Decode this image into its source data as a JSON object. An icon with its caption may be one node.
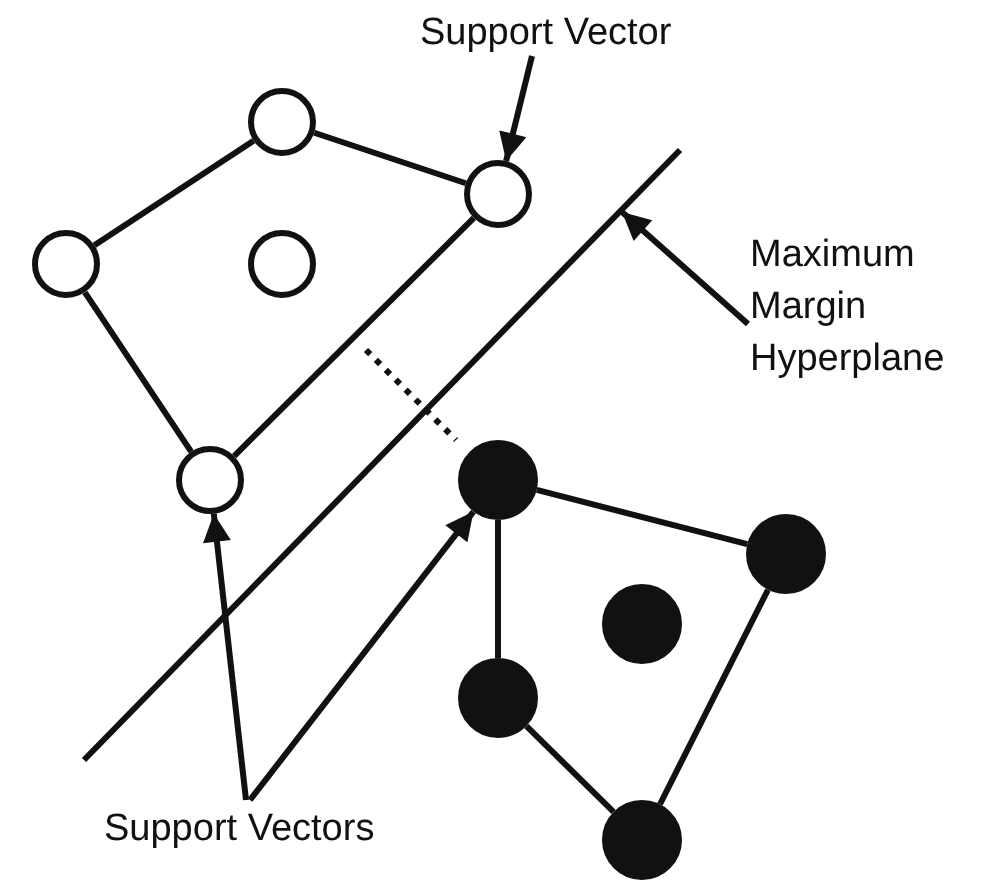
{
  "diagram": {
    "nodes": [
      {
        "text": [
          "Support Vector"
        ]
      },
      {
        "text": [],
        "shape": "circle"
      },
      {
        "text": [],
        "shape": "circle"
      },
      {
        "text": [
          "Maximum Margin Hyperplane"
        ]
      },
      {
        "text": [],
        "shape": "circle"
      },
      {
        "text": [],
        "shape": "circle"
      },
      {
        "text": [],
        "shape": "circle"
      },
      {
        "text": [],
        "shape": "circle"
      },
      {
        "text": [],
        "shape": "circle"
      },
      {
        "text": [],
        "shape": "circle"
      },
      {
        "text": [],
        "shape": "circle"
      },
      {
        "text": [],
        "shape": "circle"
      },
      {
        "text": [
          "Support Vectors"
        ]
      }
    ],
    "edges": [
      {
        "from": 0,
        "to": 2,
        "arrow": "to"
      },
      {
        "from": 3,
        "to": null,
        "arrow": "to"
      },
      {
        "from": 12,
        "to": 6,
        "arrow": "to"
      },
      {
        "from": 12,
        "to": 7,
        "arrow": "to"
      },
      {
        "from": 1,
        "to": 2,
        "arrow": "none"
      },
      {
        "from": 2,
        "to": 6,
        "arrow": "none"
      },
      {
        "from": 6,
        "to": 4,
        "arrow": "none"
      },
      {
        "from": 4,
        "to": 1,
        "arrow": "none"
      },
      {
        "from": 7,
        "to": 8,
        "arrow": "none"
      },
      {
        "from": 8,
        "to": 11,
        "arrow": "none"
      },
      {
        "from": 11,
        "to": 10,
        "arrow": "none"
      },
      {
        "from": 10,
        "to": 7,
        "arrow": "none"
      }
    ]
  }
}
